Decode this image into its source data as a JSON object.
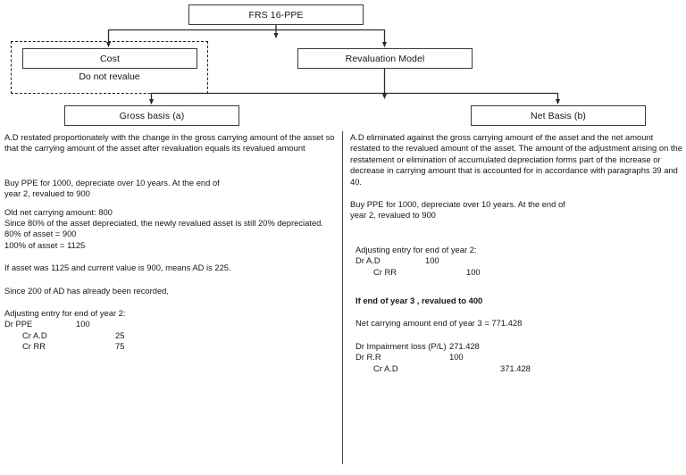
{
  "flowchart": {
    "root": "FRS 16-PPE",
    "cost": "Cost",
    "cost_note": "Do not revalue",
    "revaluation_model": "Revaluation Model",
    "gross_basis": "Gross basis (a)",
    "net_basis": "Net Basis (b)"
  },
  "left_column": {
    "description": "A.D restated proportionately with the change in the gross carrying amount of the asset so that the carrying amount of the asset after revaluation equals its revalued amount",
    "example_line1": "Buy PPE for 1000, depreciate over 10 years. At the end of",
    "example_line2": "year 2, revalued to 900",
    "old_net_carrying": "Old net carrying amount: 800",
    "since_line": "Since 80% of the asset depreciated, the newly revalued asset is still 20% depreciated.",
    "pct80": "80% of asset = 900",
    "pct100": "100% of asset = 1125",
    "if_asset_line": "If asset was 1125 and current value is 900, means AD is 225.",
    "since_200_line": "Since 200 of AD has already been recorded,",
    "entry_title": "Adjusting entry for end of year 2:",
    "entries": [
      {
        "label": "Dr PPE",
        "indent": false,
        "debit": "100",
        "credit": ""
      },
      {
        "label": "Cr A.D",
        "indent": true,
        "debit": "",
        "credit": "25"
      },
      {
        "label": "Cr RR",
        "indent": true,
        "debit": "",
        "credit": "75"
      }
    ]
  },
  "right_column": {
    "description": "A.D eliminated against the gross carrying amount of the asset and the net amount restated to the revalued amount of the asset. The amount of the adjustment arising on the restatement or elimination of accumulated depreciation forms part of the increase or decrease in carrying amount that is accounted for in accordance with paragraphs 39 and 40.",
    "example_line1": "Buy PPE for 1000, depreciate over 10 years. At the end of",
    "example_line2": "year 2, revalued to 900",
    "entry_title": "Adjusting entry for end of year 2:",
    "entries": [
      {
        "label": "Dr A.D",
        "indent": false,
        "debit": "100",
        "credit": ""
      },
      {
        "label": "Cr RR",
        "indent": true,
        "debit": "",
        "credit": "100"
      }
    ],
    "year3_heading": "If end of year 3  , revalued to 400",
    "net_carrying_year3": "Net carrying amount end of year 3 = 771.428",
    "entries2": [
      {
        "label": "Dr Impairment loss (P/L)",
        "indent": false,
        "debit": "271.428",
        "credit": ""
      },
      {
        "label": "Dr R.R",
        "indent": false,
        "debit": "100",
        "credit": ""
      },
      {
        "label": "Cr A.D",
        "indent": true,
        "debit": "",
        "credit": "371.428"
      }
    ]
  },
  "colors": {
    "box_border": "#3a3a3a",
    "dashed_border": "#1c1c1c",
    "connector": "#2b2b2b",
    "divider": "#4a4a4a",
    "text": "#161616"
  }
}
